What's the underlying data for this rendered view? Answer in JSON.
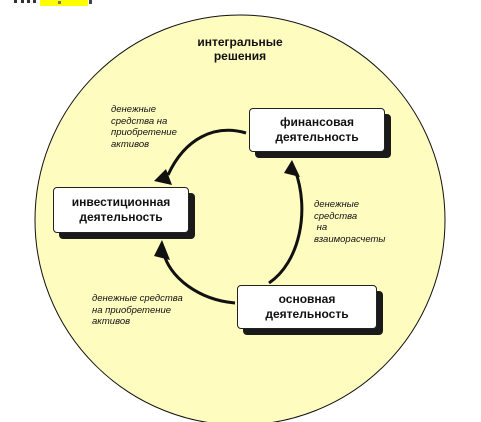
{
  "corner_mark": "",
  "title": [
    "интегральные",
    "решения"
  ],
  "boxes": {
    "financial": [
      "финансовая",
      "деятельность"
    ],
    "investment": [
      "инвестиционная",
      "деятельность"
    ],
    "operating": [
      "основная",
      "деятельность"
    ]
  },
  "flow_labels": {
    "top": [
      "денежные",
      "средства на",
      "приобретение",
      "активов"
    ],
    "right": [
      "денежные",
      "средства",
      " на",
      "взаиморасчеты"
    ],
    "bottom": [
      "денежные средства",
      "на приобретение",
      "активов"
    ]
  },
  "colors": {
    "circle_fill": "#fffcc0",
    "circle_stroke": "#111111",
    "arrow": "#111111",
    "highlight": "#ffff00"
  }
}
